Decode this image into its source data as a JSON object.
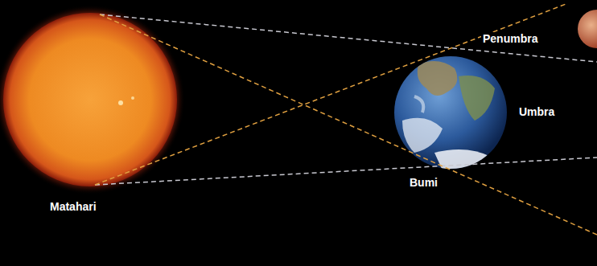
{
  "diagram": {
    "labels": [
      "Penumbra",
      "Umbra",
      "Bumi",
      "Matahari"
    ]
  }
}
